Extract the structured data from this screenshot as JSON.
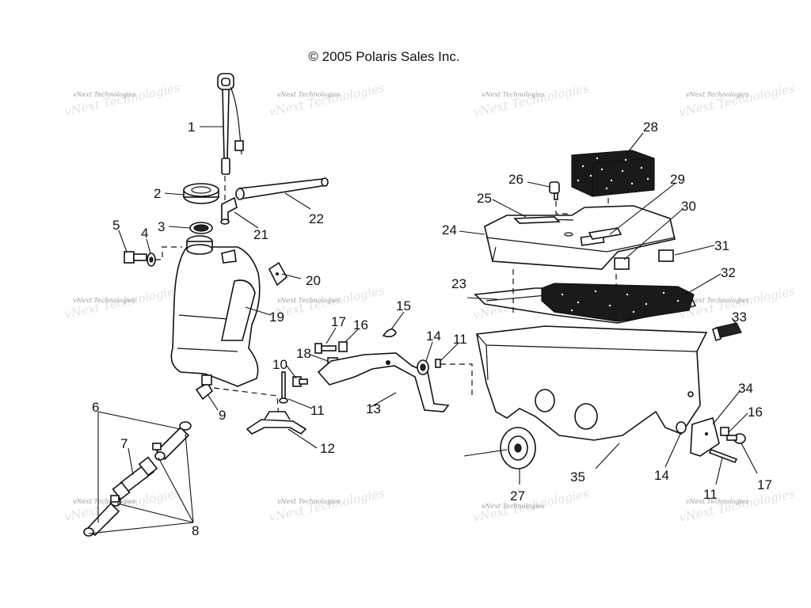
{
  "copyright": "© 2005 Polaris Sales Inc.",
  "watermark": "vNext Technologies",
  "callouts": [
    "1",
    "2",
    "3",
    "4",
    "5",
    "6",
    "7",
    "8",
    "9",
    "10",
    "11",
    "12",
    "13",
    "14",
    "15",
    "16",
    "17",
    "18",
    "19",
    "20",
    "21",
    "22",
    "23",
    "24",
    "25",
    "26",
    "27",
    "28",
    "29",
    "30",
    "31",
    "32",
    "33",
    "34",
    "35"
  ],
  "callout_labels": {
    "c1": "1",
    "c2": "2",
    "c3": "3",
    "c4": "4",
    "c5": "5",
    "c6": "6",
    "c7": "7",
    "c8": "8",
    "c9": "9",
    "c10": "10",
    "c11a": "11",
    "c11b": "11",
    "c11c": "11",
    "c12": "12",
    "c13": "13",
    "c14a": "14",
    "c14b": "14",
    "c15": "15",
    "c16a": "16",
    "c16b": "16",
    "c17a": "17",
    "c17b": "17",
    "c18": "18",
    "c19": "19",
    "c20": "20",
    "c21": "21",
    "c22": "22",
    "c23": "23",
    "c24": "24",
    "c25": "25",
    "c26": "26",
    "c27": "27",
    "c28": "28",
    "c29": "29",
    "c30": "30",
    "c31": "31",
    "c32": "32",
    "c33": "33",
    "c34": "34",
    "c35": "35"
  }
}
